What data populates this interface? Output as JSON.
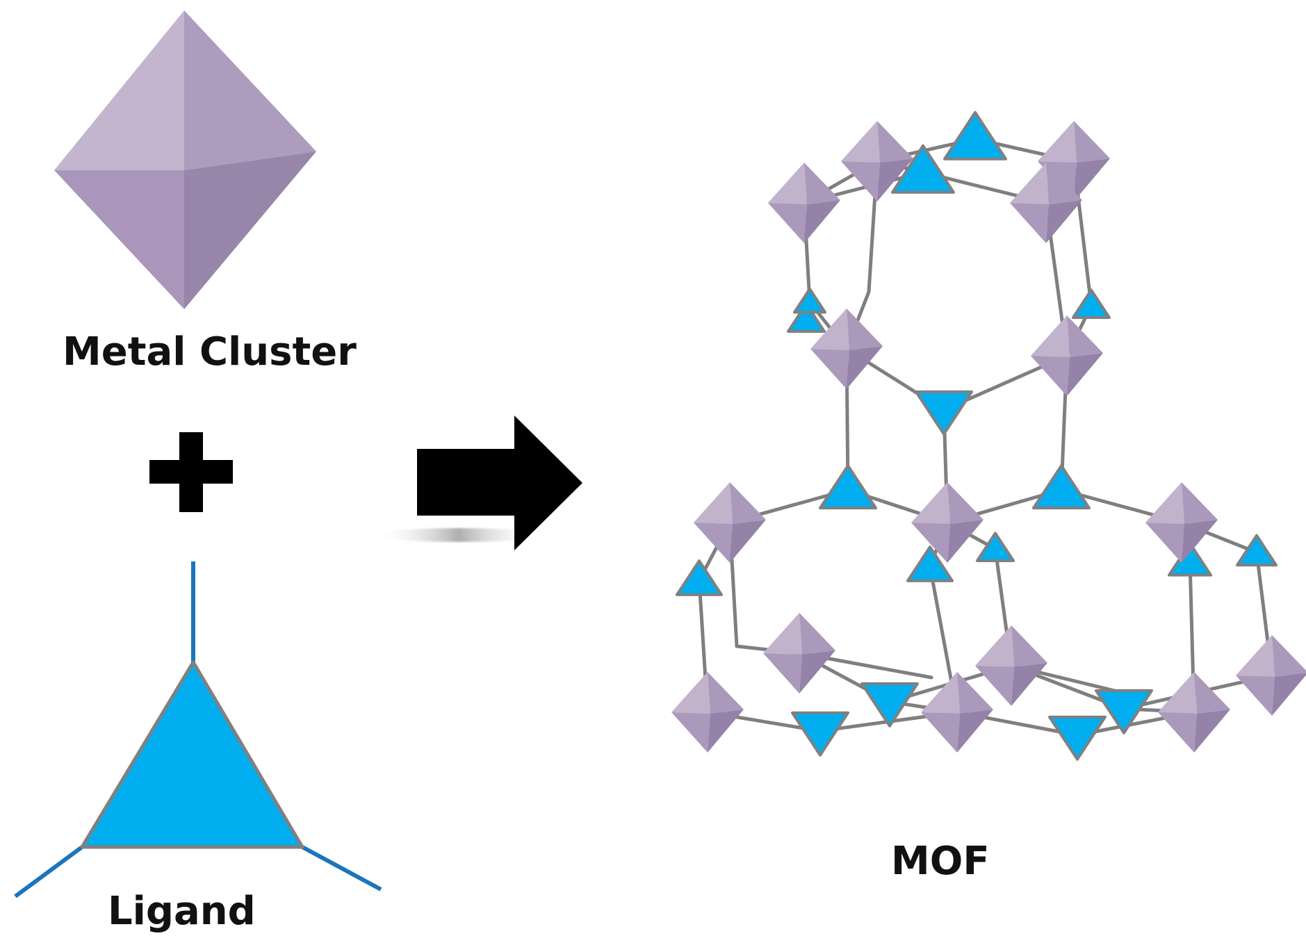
{
  "labels": {
    "metal_cluster": "Metal Cluster",
    "ligand": "Ligand",
    "mof": "MOF"
  },
  "symbols": {
    "plus": "plus-icon",
    "arrow": "right-arrow-icon"
  },
  "colors": {
    "octahedron_light": "#c2b3cc",
    "octahedron_mid": "#ab99bb",
    "octahedron_dark": "#9582a8",
    "ligand_fill": "#00aeef",
    "ligand_stroke": "#808080",
    "ligand_arm": "#1b75bc",
    "linker": "#7f7f7f",
    "arrow": "#000000"
  }
}
